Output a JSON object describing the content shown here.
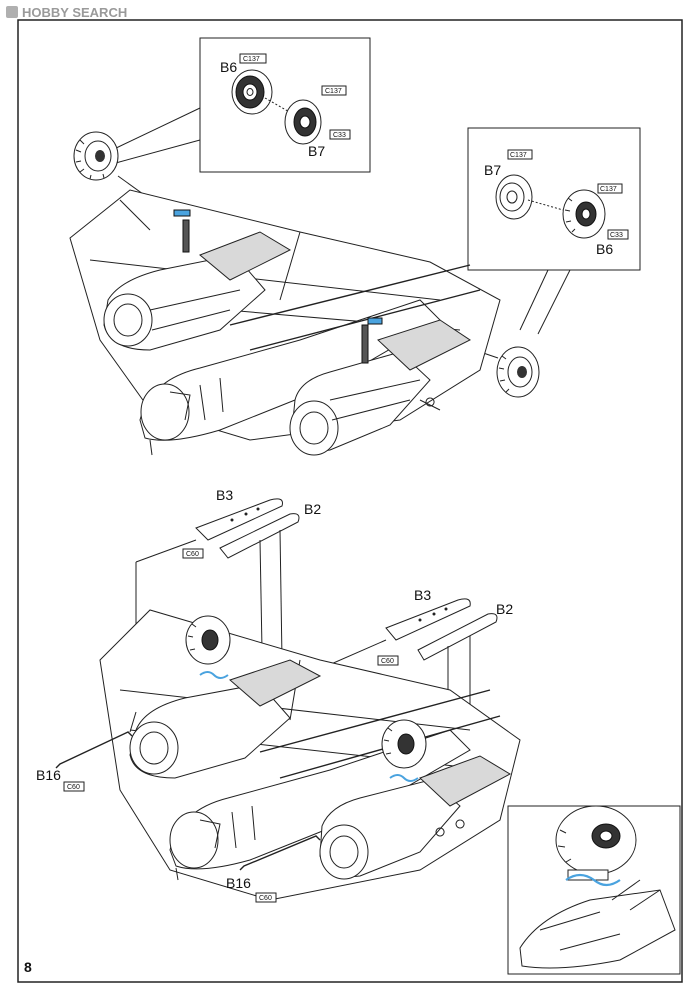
{
  "watermark": "HOBBY SEARCH",
  "page_number": "8",
  "parts": {
    "b6": "B6",
    "b7": "B7",
    "b3": "B3",
    "b2": "B2",
    "b16": "B16"
  },
  "color_codes": {
    "c137": "C137",
    "c33": "C33",
    "c60": "C60"
  },
  "colors": {
    "accent_blue": "#4aa3df"
  }
}
